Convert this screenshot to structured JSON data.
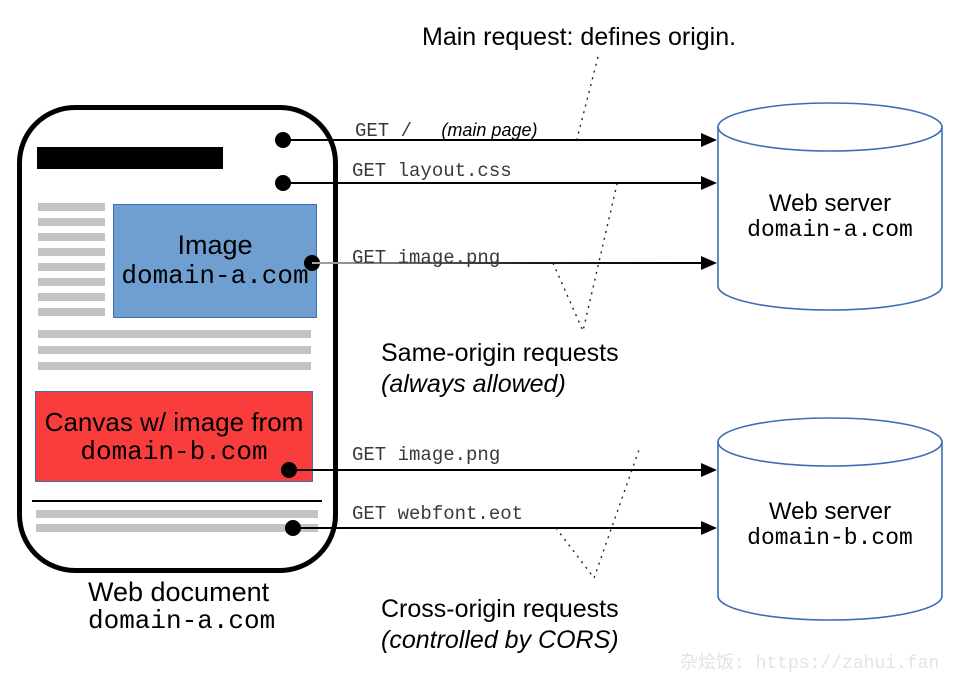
{
  "title": "Main request: defines origin.",
  "document": {
    "image_box": {
      "line1": "Image",
      "line2": "domain-a.com"
    },
    "canvas_box": {
      "line1": "Canvas w/ image from",
      "line2": "domain-b.com"
    },
    "caption_line1": "Web document",
    "caption_line2": "domain-a.com"
  },
  "servers": [
    {
      "line1": "Web server",
      "line2": "domain-a.com"
    },
    {
      "line1": "Web server",
      "line2": "domain-b.com"
    }
  ],
  "requests": [
    {
      "label": "GET /",
      "note": "(main page)"
    },
    {
      "label": "GET layout.css"
    },
    {
      "label": "GET image.png"
    },
    {
      "label": "GET image.png"
    },
    {
      "label": "GET webfont.eot"
    }
  ],
  "annotations": {
    "same_origin_line1": "Same-origin requests",
    "same_origin_line2": "(always allowed)",
    "cross_origin_line1": "Cross-origin requests",
    "cross_origin_line2": "(controlled by CORS)"
  },
  "watermark": "杂烩饭: https://zahui.fan",
  "colors": {
    "image_box_fill": "#6f9fd0",
    "canvas_box_fill": "#f93d3d",
    "box_border": "#3e6fb5",
    "cylinder_stroke": "#3d6eb4",
    "placeholder_bar": "#c3c3c3",
    "arrow": "#000000",
    "watermark_text": "#e3e3e3"
  }
}
